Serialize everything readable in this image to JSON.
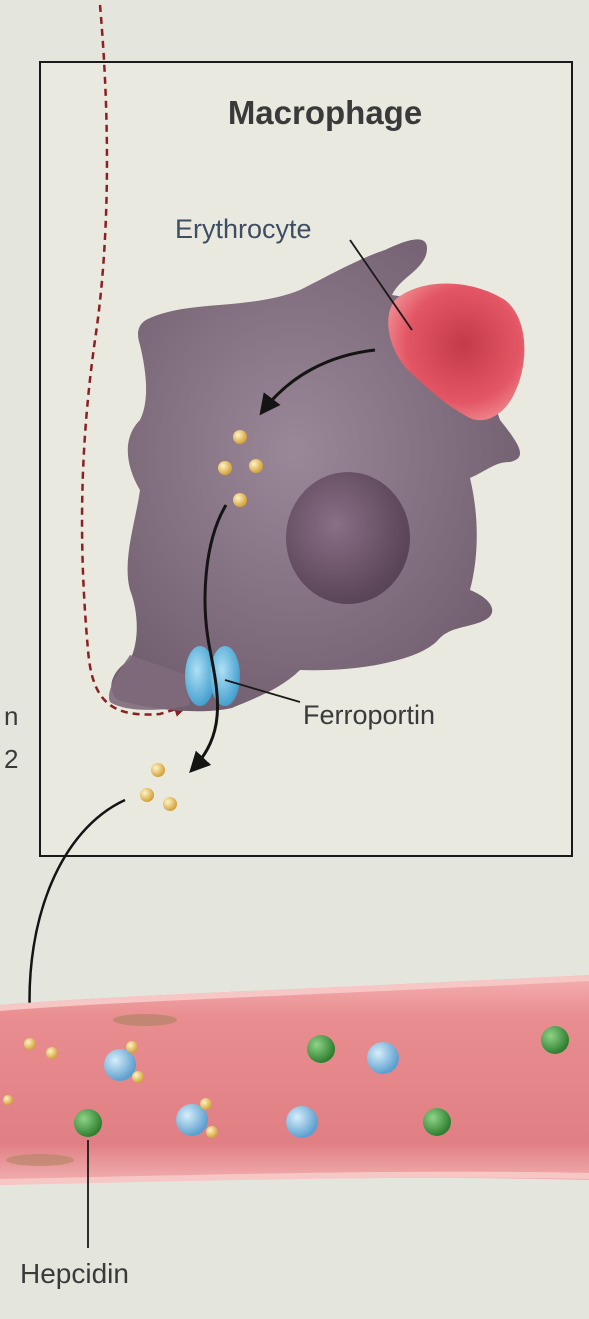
{
  "labels": {
    "panel_title": "Macrophage",
    "erythrocyte": "Erythrocyte",
    "ferroportin": "Ferroportin",
    "hepcidin": "Hepcidin",
    "edge_text_1": "n",
    "edge_text_2": "2"
  },
  "colors": {
    "background": "#e4e5dc",
    "panel_fill": "#e9e9e0",
    "panel_border": "#1a1a1a",
    "macrophage": "#8a7585",
    "nucleus": "#6d5569",
    "erythrocyte": "#e04e5c",
    "ferroportin": "#5bb6e0",
    "iron": "#e0b64a",
    "vessel": "#e58a8c",
    "hepcidin": "#3f9a3e",
    "transferrin": "#7cb7de",
    "dashed_path": "#8b1f22",
    "label_text": "#3a3a3a"
  }
}
